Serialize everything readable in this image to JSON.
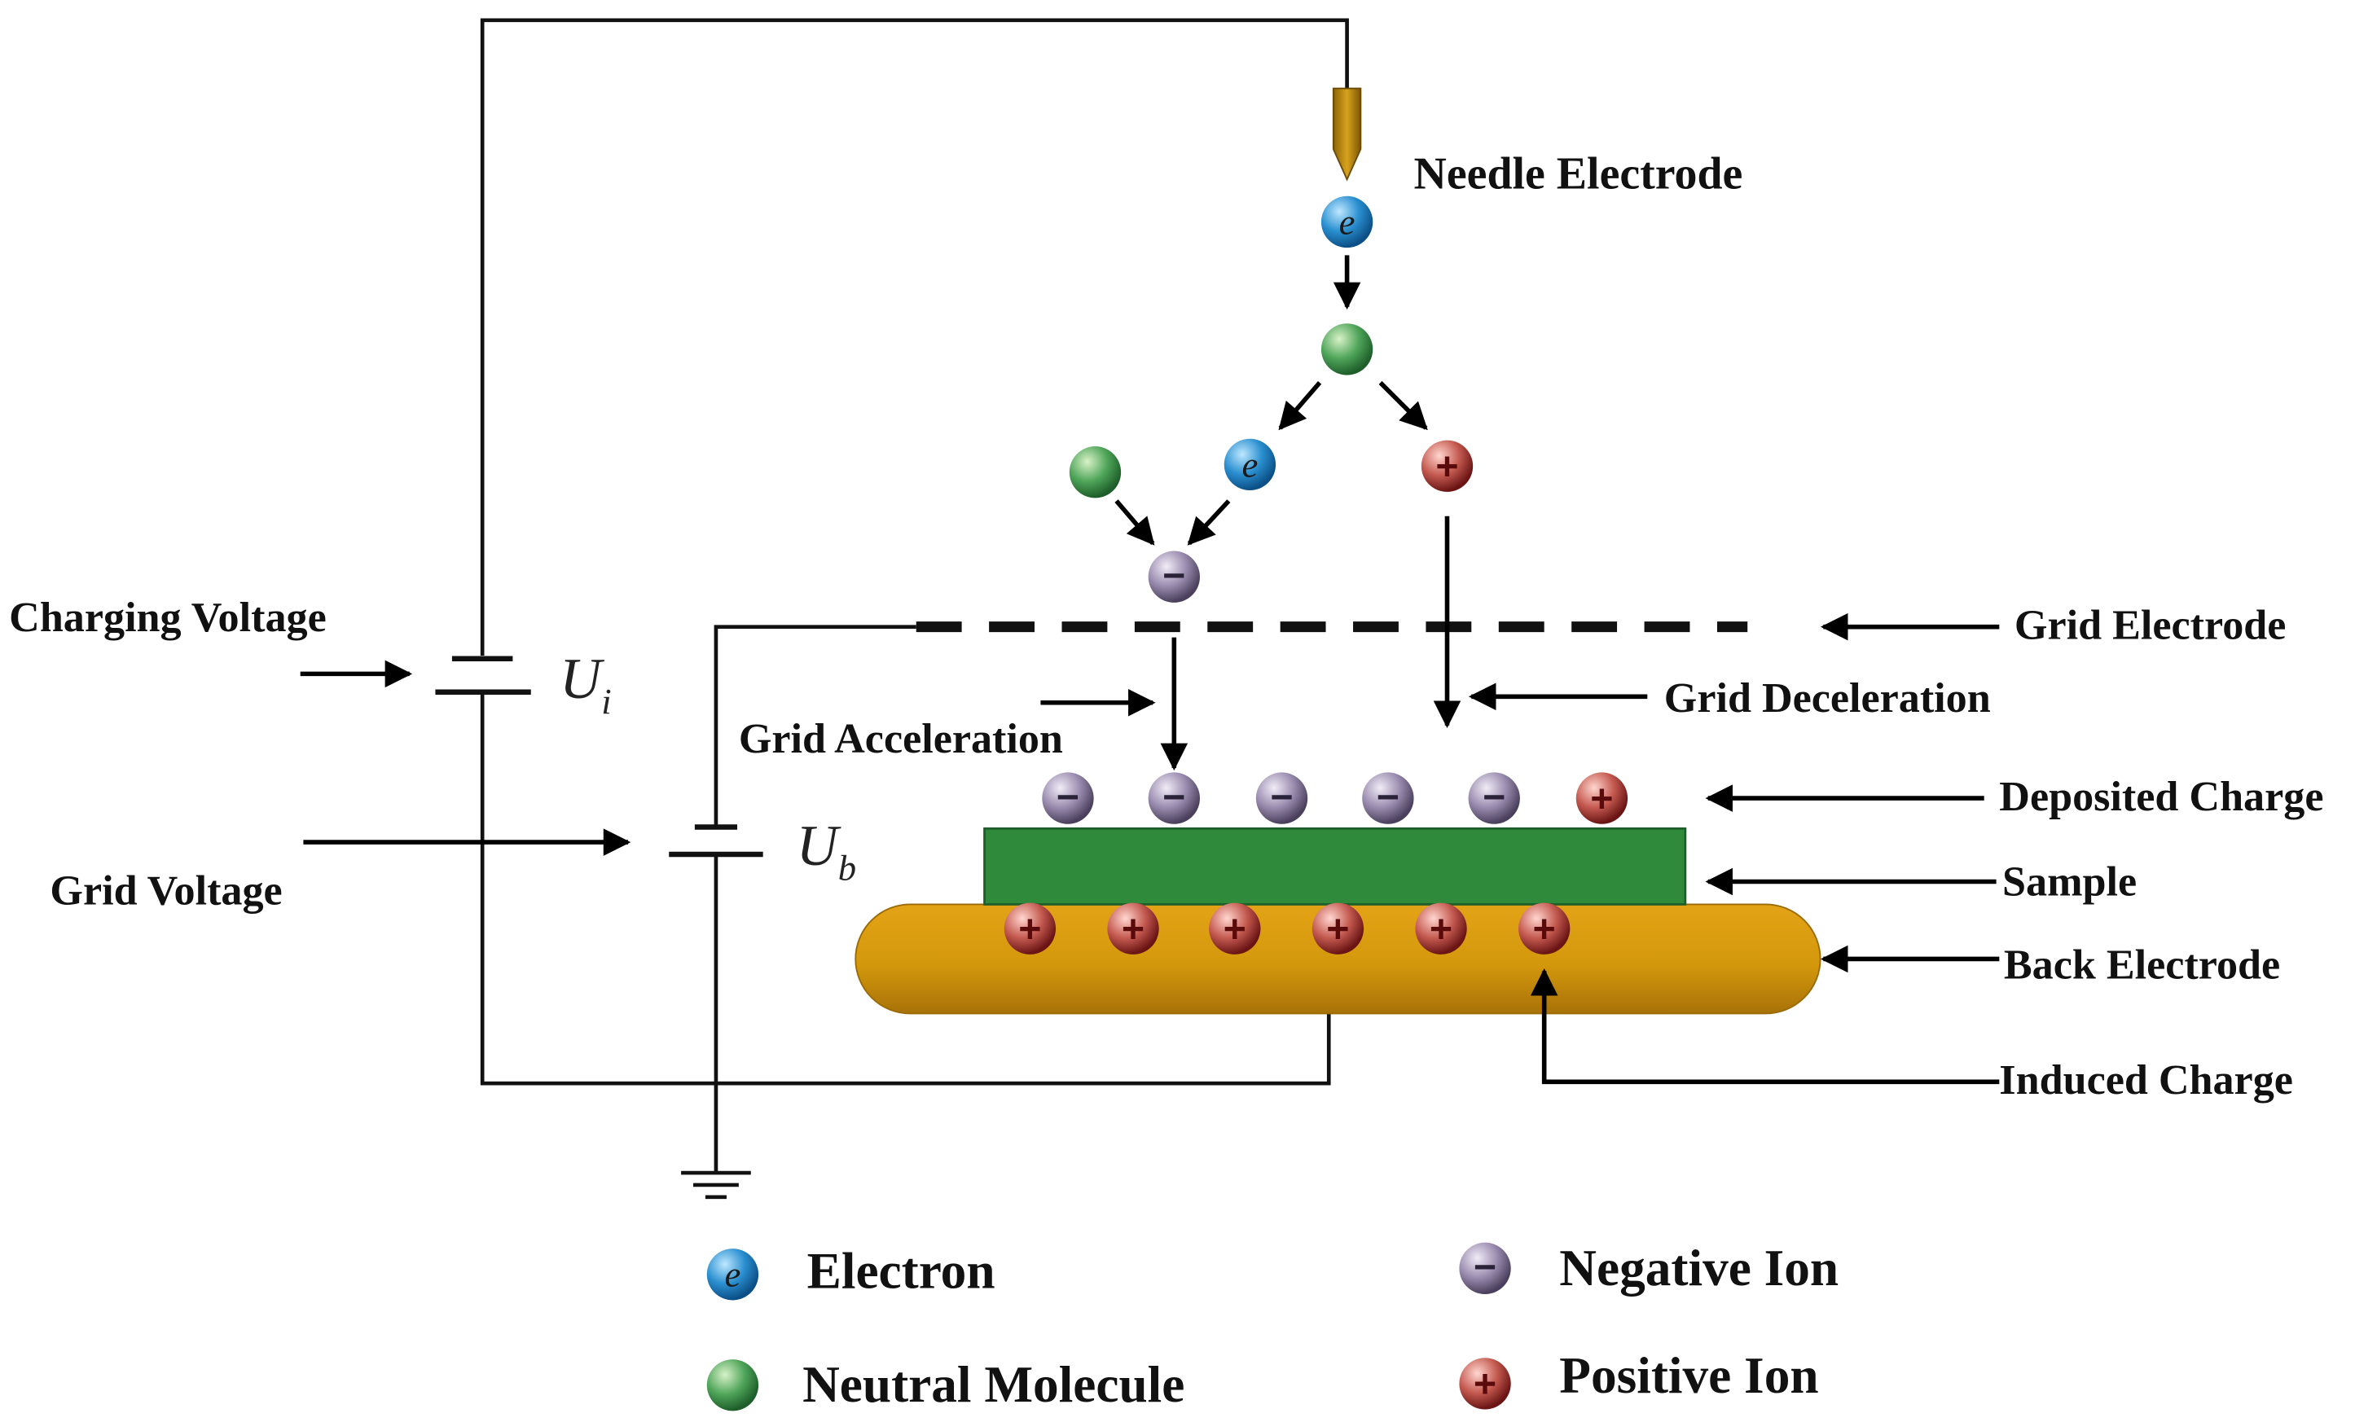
{
  "labels": {
    "needle_electrode": "Needle Electrode",
    "charging_voltage": "Charging Voltage",
    "grid_voltage": "Grid Voltage",
    "grid_electrode": "Grid Electrode",
    "grid_deceleration": "Grid Deceleration",
    "grid_acceleration": "Grid Acceleration",
    "deposited_charge": "Deposited Charge",
    "sample": "Sample",
    "back_electrode": "Back Electrode",
    "induced_charge": "Induced Charge"
  },
  "voltage_symbols": {
    "ui_main": "U",
    "ui_sub": "i",
    "ub_main": "U",
    "ub_sub": "b"
  },
  "particle_symbols": {
    "electron": "e",
    "negative": "−",
    "positive": "+"
  },
  "legend": {
    "electron": "Electron",
    "neutral_molecule": "Neutral Molecule",
    "negative_ion": "Negative Ion",
    "positive_ion": "Positive Ion"
  },
  "colors": {
    "electron": "#2a8fd0",
    "neutral": "#3f9a4a",
    "negative": "#8a7a9e",
    "positive": "#b03a3a",
    "sample": "#2f8a3c",
    "back_electrode": "#d49a0c",
    "needle": "#b8860b"
  }
}
